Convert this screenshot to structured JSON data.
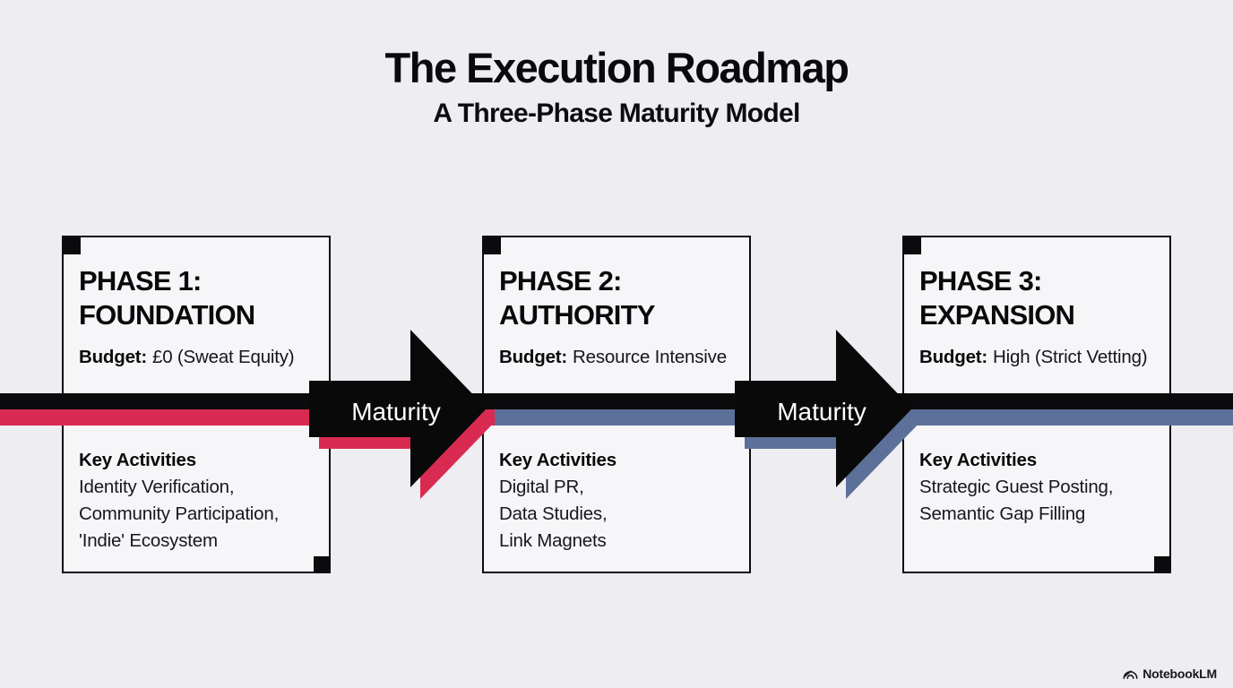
{
  "title": "The Execution Roadmap",
  "subtitle": "A Three-Phase Maturity Model",
  "arrow_label": "Maturity",
  "phases": [
    {
      "heading_line1": "PHASE 1:",
      "heading_line2": "FOUNDATION",
      "budget_label": "Budget:",
      "budget_value": "£0 (Sweat Equity)",
      "activities_label": "Key Activities",
      "activities": [
        "Identity Verification,",
        "Community Participation,",
        "'Indie' Ecosystem"
      ]
    },
    {
      "heading_line1": "PHASE 2:",
      "heading_line2": "AUTHORITY",
      "budget_label": "Budget:",
      "budget_value": "Resource Intensive",
      "activities_label": "Key Activities",
      "activities": [
        "Digital PR,",
        "Data Studies,",
        "Link Magnets"
      ]
    },
    {
      "heading_line1": "PHASE 3:",
      "heading_line2": "EXPANSION",
      "budget_label": "Budget:",
      "budget_value": "High (Strict Vetting)",
      "activities_label": "Key Activities",
      "activities": [
        "Strategic Guest Posting,",
        "Semantic Gap Filling"
      ]
    }
  ],
  "footer": {
    "brand": "NotebookLM"
  },
  "colors": {
    "accent_red": "#d92b52",
    "accent_blue": "#5d7099",
    "ink": "#0b0b0d",
    "background": "#eeeef2",
    "card": "#f6f6f8"
  }
}
